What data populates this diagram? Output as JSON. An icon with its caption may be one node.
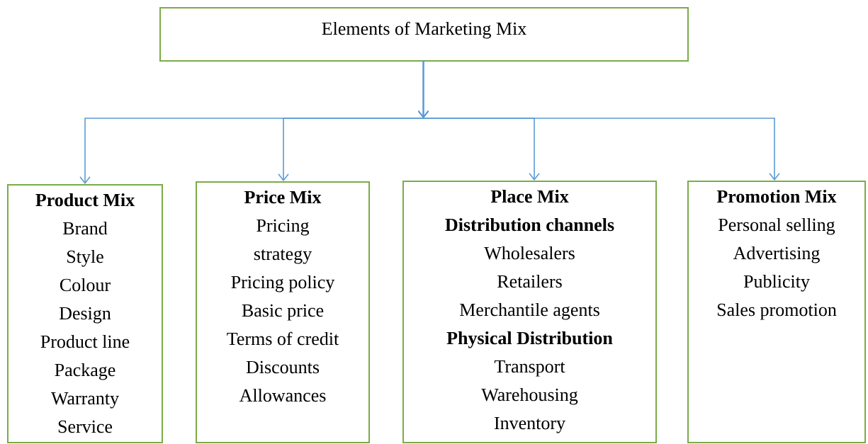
{
  "diagram": {
    "nodes": [
      {
        "text": [
          "Elements of Marketing Mix"
        ]
      },
      {
        "text": [
          "Product Mix",
          "Brand",
          "Style",
          "Colour",
          "Design",
          "Product line",
          "Package",
          "Warranty",
          "Service"
        ]
      },
      {
        "text": [
          "Price Mix",
          "Pricing strategy",
          "Pricing policy",
          "Basic price",
          "Terms of credit",
          "Discounts",
          "Allowances"
        ]
      },
      {
        "text": [
          "Place Mix",
          "Distribution channels",
          "Wholesalers",
          "Retailers",
          "Merchantile agents",
          "Physical Distribution",
          "Transport",
          "Warehousing",
          "Inventory"
        ]
      },
      {
        "text": [
          "Promotion Mix",
          "Personal selling",
          "Advertising",
          "Publicity",
          "Sales promotion"
        ]
      }
    ],
    "edges": [
      {
        "from": 0,
        "to": 1,
        "arrow": "to"
      },
      {
        "from": 0,
        "to": 2,
        "arrow": "to"
      },
      {
        "from": 0,
        "to": 3,
        "arrow": "to"
      },
      {
        "from": 0,
        "to": 4,
        "arrow": "to"
      }
    ]
  }
}
